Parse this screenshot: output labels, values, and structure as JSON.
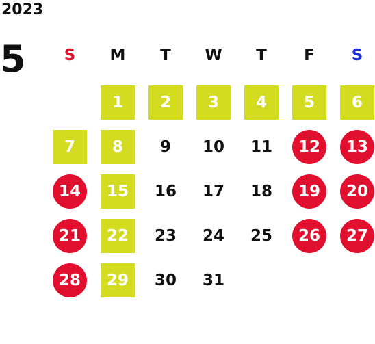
{
  "year": "2023",
  "month": "5",
  "colors": {
    "sunday": "#e0102e",
    "saturday": "#1a2bd0",
    "weekday": "#111111",
    "holiday_fill": "#d4dc22",
    "closed_fill": "#e0102e"
  },
  "weekdays": [
    "S",
    "M",
    "T",
    "W",
    "T",
    "F",
    "S"
  ],
  "days": [
    {
      "day": "1",
      "row": 0,
      "col": 1,
      "type": "holiday"
    },
    {
      "day": "2",
      "row": 0,
      "col": 2,
      "type": "holiday"
    },
    {
      "day": "3",
      "row": 0,
      "col": 3,
      "type": "holiday"
    },
    {
      "day": "4",
      "row": 0,
      "col": 4,
      "type": "holiday"
    },
    {
      "day": "5",
      "row": 0,
      "col": 5,
      "type": "holiday"
    },
    {
      "day": "6",
      "row": 0,
      "col": 6,
      "type": "holiday"
    },
    {
      "day": "7",
      "row": 1,
      "col": 0,
      "type": "holiday"
    },
    {
      "day": "8",
      "row": 1,
      "col": 1,
      "type": "holiday"
    },
    {
      "day": "9",
      "row": 1,
      "col": 2,
      "type": "normal"
    },
    {
      "day": "10",
      "row": 1,
      "col": 3,
      "type": "normal"
    },
    {
      "day": "11",
      "row": 1,
      "col": 4,
      "type": "normal"
    },
    {
      "day": "12",
      "row": 1,
      "col": 5,
      "type": "closed"
    },
    {
      "day": "13",
      "row": 1,
      "col": 6,
      "type": "closed"
    },
    {
      "day": "14",
      "row": 2,
      "col": 0,
      "type": "closed"
    },
    {
      "day": "15",
      "row": 2,
      "col": 1,
      "type": "holiday"
    },
    {
      "day": "16",
      "row": 2,
      "col": 2,
      "type": "normal"
    },
    {
      "day": "17",
      "row": 2,
      "col": 3,
      "type": "normal"
    },
    {
      "day": "18",
      "row": 2,
      "col": 4,
      "type": "normal"
    },
    {
      "day": "19",
      "row": 2,
      "col": 5,
      "type": "closed"
    },
    {
      "day": "20",
      "row": 2,
      "col": 6,
      "type": "closed"
    },
    {
      "day": "21",
      "row": 3,
      "col": 0,
      "type": "closed"
    },
    {
      "day": "22",
      "row": 3,
      "col": 1,
      "type": "holiday"
    },
    {
      "day": "23",
      "row": 3,
      "col": 2,
      "type": "normal"
    },
    {
      "day": "24",
      "row": 3,
      "col": 3,
      "type": "normal"
    },
    {
      "day": "25",
      "row": 3,
      "col": 4,
      "type": "normal"
    },
    {
      "day": "26",
      "row": 3,
      "col": 5,
      "type": "closed"
    },
    {
      "day": "27",
      "row": 3,
      "col": 6,
      "type": "closed"
    },
    {
      "day": "28",
      "row": 4,
      "col": 0,
      "type": "closed"
    },
    {
      "day": "29",
      "row": 4,
      "col": 1,
      "type": "holiday"
    },
    {
      "day": "30",
      "row": 4,
      "col": 2,
      "type": "normal"
    },
    {
      "day": "31",
      "row": 4,
      "col": 3,
      "type": "normal"
    }
  ]
}
